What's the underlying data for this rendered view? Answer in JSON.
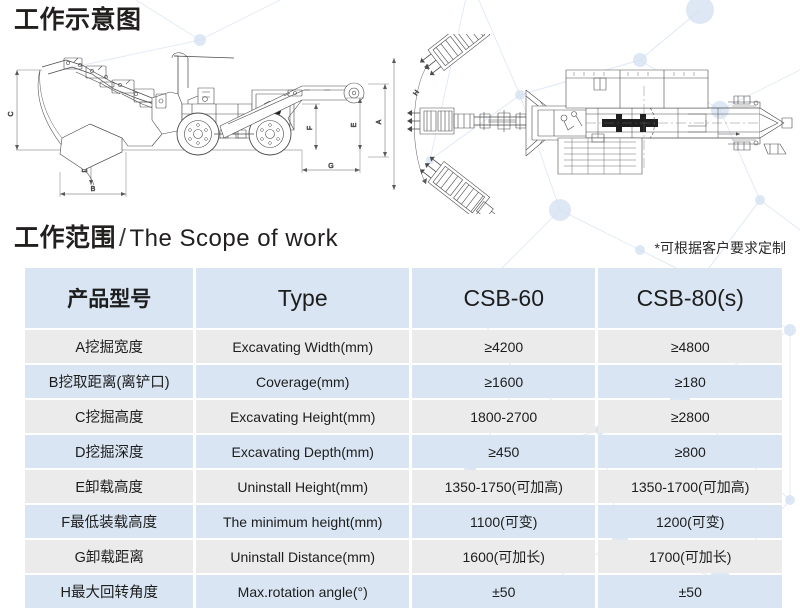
{
  "headings": {
    "top_title": "工作示意图",
    "scope_title_cn": "工作范围",
    "scope_separator": "/",
    "scope_title_en": "The Scope of work",
    "custom_note": "*可根据客户要求定制"
  },
  "diagram": {
    "side_view_name": "side-view-wheel-loader-excavator",
    "top_view_name": "top-view-wheel-loader-excavator",
    "dimension_labels": [
      "A",
      "B",
      "C",
      "D",
      "E",
      "F",
      "G",
      "H"
    ]
  },
  "table": {
    "columns": [
      "产品型号",
      "Type",
      "CSB-60",
      "CSB-80(s)"
    ],
    "rows": [
      {
        "code": "A",
        "label_cn": "A挖掘宽度",
        "label_en": "Excavating Width(mm)",
        "csb60": "≥4200",
        "csb80": "≥4800"
      },
      {
        "code": "B",
        "label_cn": "B挖取距离(离铲口)",
        "label_en": "Coverage(mm)",
        "csb60": "≥1600",
        "csb80": "≥180"
      },
      {
        "code": "C",
        "label_cn": "C挖掘高度",
        "label_en": "Excavating Height(mm)",
        "csb60": "1800-2700",
        "csb80": "≥2800"
      },
      {
        "code": "D",
        "label_cn": "D挖掘深度",
        "label_en": "Excavating Depth(mm)",
        "csb60": "≥450",
        "csb80": "≥800"
      },
      {
        "code": "E",
        "label_cn": "E卸载高度",
        "label_en": "Uninstall Height(mm)",
        "csb60": "1350-1750(可加高)",
        "csb80": "1350-1700(可加高)"
      },
      {
        "code": "F",
        "label_cn": "F最低装载高度",
        "label_en": "The minimum height(mm)",
        "csb60": "1100(可变)",
        "csb80": "1200(可变)"
      },
      {
        "code": "G",
        "label_cn": "G卸载距离",
        "label_en": "Uninstall Distance(mm)",
        "csb60": "1600(可加长)",
        "csb80": "1700(可加长)"
      },
      {
        "code": "H",
        "label_cn": "H最大回转角度",
        "label_en": "Max.rotation angle(°)",
        "csb60": "±50",
        "csb80": "±50"
      }
    ]
  },
  "colors": {
    "row_blue": "#d9e5f3",
    "row_gray": "#ebebeb",
    "text_dark": "#1d1d1d",
    "network_line": "#dfe7f2",
    "network_node": "#cddcf0"
  }
}
